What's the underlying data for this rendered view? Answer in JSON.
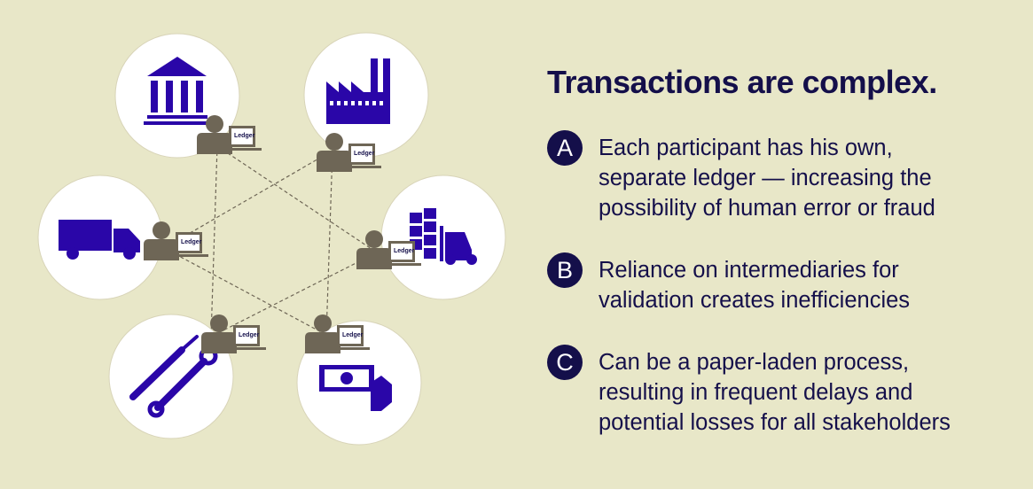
{
  "title": "Transactions are complex.",
  "points": [
    {
      "letter": "A",
      "lines": [
        "Each participant has his own,",
        "separate ledger — increasing the",
        "possibility of human error or fraud"
      ]
    },
    {
      "letter": "B",
      "lines": [
        "Reliance on intermediaries for",
        "validation creates inefficiencies"
      ]
    },
    {
      "letter": "C",
      "lines": [
        "Can be a paper-laden process,",
        "resulting in frequent delays and",
        "potential losses for all stakeholders"
      ]
    }
  ],
  "participants": [
    {
      "icon": "bank-icon",
      "ledger_label": "Ledger"
    },
    {
      "icon": "factory-icon",
      "ledger_label": "Ledger"
    },
    {
      "icon": "truck-icon",
      "ledger_label": "Ledger"
    },
    {
      "icon": "forklift-icon",
      "ledger_label": "Ledger"
    },
    {
      "icon": "tools-icon",
      "ledger_label": "Ledger"
    },
    {
      "icon": "money-icon",
      "ledger_label": "Ledger"
    }
  ],
  "colors": {
    "background": "#e8e7c8",
    "navy": "#140f4a",
    "icon": "#2a06a8",
    "person": "#6e6656"
  }
}
